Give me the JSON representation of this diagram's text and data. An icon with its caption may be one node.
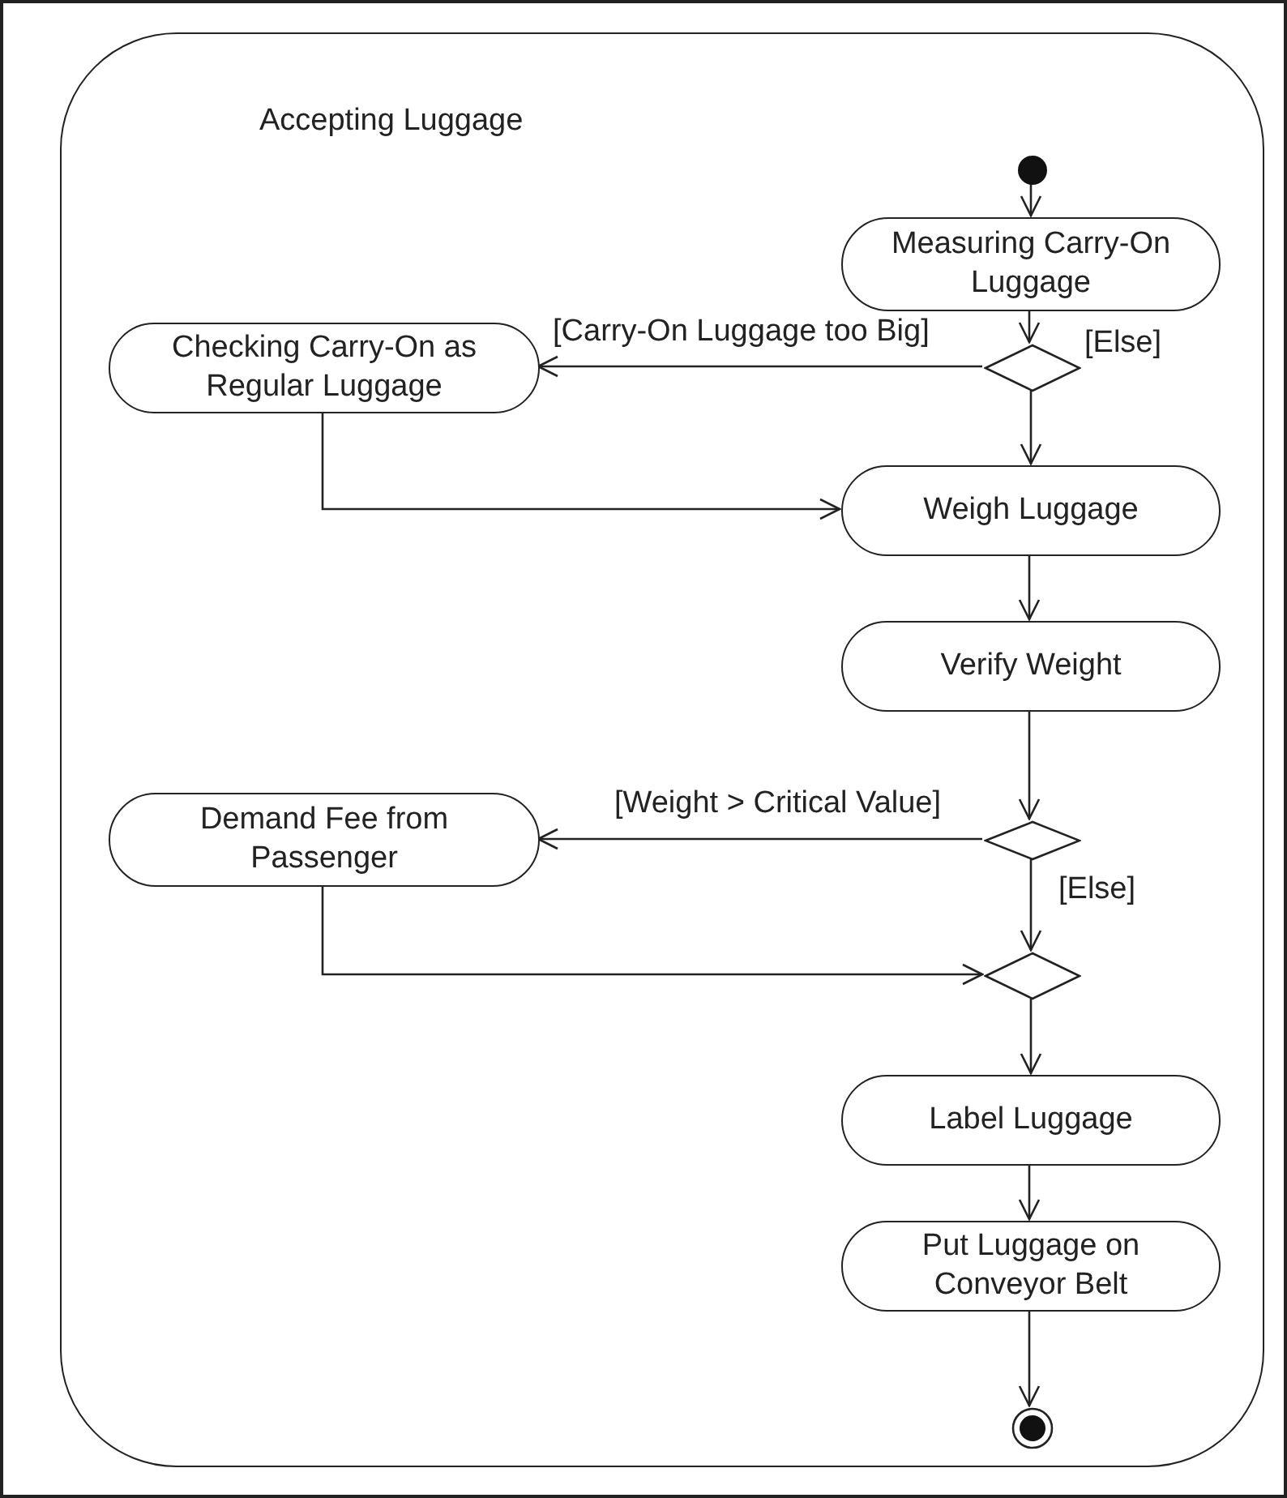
{
  "diagram": {
    "nodes": [
      {
        "text": [
          "Accepting Luggage"
        ]
      },
      {
        "text": [],
        "shape": "circle",
        "in": 0
      },
      {
        "text": [
          "Measuring Carry-On Luggage"
        ],
        "in": 0
      },
      {
        "text": [],
        "shape": "diamond",
        "in": 0
      },
      {
        "text": [
          "Checking Carry-On as Regular Luggage"
        ],
        "in": 0
      },
      {
        "text": [
          "Weigh Luggage"
        ],
        "in": 0
      },
      {
        "text": [
          "Verify Weight"
        ],
        "in": 0
      },
      {
        "text": [],
        "shape": "diamond",
        "in": 0
      },
      {
        "text": [
          "Demand Fee from Passenger"
        ],
        "in": 0
      },
      {
        "text": [],
        "shape": "diamond",
        "in": 0
      },
      {
        "text": [
          "Label Luggage"
        ],
        "in": 0
      },
      {
        "text": [
          "Put Luggage on Conveyor Belt"
        ],
        "in": 0
      },
      {
        "text": [],
        "shape": "circle",
        "in": 0
      }
    ],
    "edges": [
      {
        "from": 1,
        "to": 2,
        "arrow": "to"
      },
      {
        "from": 2,
        "to": 3,
        "arrow": "to"
      },
      {
        "from": 3,
        "to": 4,
        "arrow": "to",
        "label": "[Carry-On Luggage too Big]"
      },
      {
        "from": 3,
        "to": 5,
        "arrow": "to",
        "label": "[Else]"
      },
      {
        "from": 4,
        "to": 5,
        "arrow": "to"
      },
      {
        "from": 5,
        "to": 6,
        "arrow": "to"
      },
      {
        "from": 6,
        "to": 7,
        "arrow": "to"
      },
      {
        "from": 7,
        "to": 8,
        "arrow": "to",
        "label": "[Weight > Critical Value]"
      },
      {
        "from": 7,
        "to": 9,
        "arrow": "to",
        "label": "[Else]"
      },
      {
        "from": 8,
        "to": 9,
        "arrow": "to"
      },
      {
        "from": 9,
        "to": 10,
        "arrow": "to"
      },
      {
        "from": 10,
        "to": 11,
        "arrow": "to"
      },
      {
        "from": 11,
        "to": 12,
        "arrow": "to"
      }
    ]
  }
}
